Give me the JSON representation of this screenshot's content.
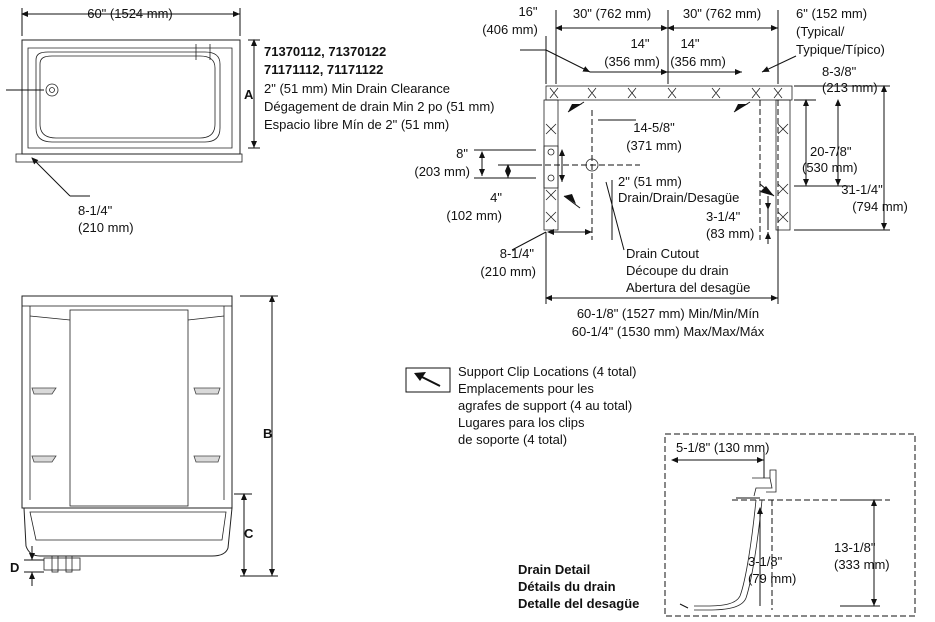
{
  "top_view": {
    "width_dim": "60\" (1524 mm)",
    "label_a": "A",
    "drain_offset": [
      "8-1/4\"",
      "(210 mm)"
    ]
  },
  "models": {
    "numbers_line1": "71370112, 71370122",
    "numbers_line2": "71171112, 71171122",
    "clearance_en": "2\" (51 mm) Min Drain Clearance",
    "clearance_fr": "Dégagement de drain Min 2 po (51 mm)",
    "clearance_es": "Espacio libre Mín de 2\" (51 mm)"
  },
  "front_view": {
    "label_b": "B",
    "label_c": "C",
    "label_d": "D"
  },
  "framing": {
    "dim_16": [
      "16\"",
      "(406 mm)"
    ],
    "dim_30_left": "30\" (762 mm)",
    "dim_30_right": "30\" (762 mm)",
    "dim_6": [
      "6\" (152 mm)",
      "(Typical/",
      "Typique/Típico)"
    ],
    "dim_14_left": [
      "14\"",
      "(356 mm)"
    ],
    "dim_14_right": [
      "14\"",
      "(356 mm)"
    ],
    "dim_8_3_8": [
      "8-3/8\"",
      "(213 mm)"
    ],
    "dim_14_5_8": [
      "14-5/8\"",
      "(371 mm)"
    ],
    "dim_20_7_8": [
      "20-7/8\"",
      "(530 mm)"
    ],
    "dim_31_1_4": [
      "31-1/4\"",
      "(794 mm)"
    ],
    "dim_8": [
      "8\"",
      "(203 mm)"
    ],
    "dim_4": [
      "4\"",
      "(102 mm)"
    ],
    "dim_2": [
      "2\" (51 mm)",
      "Drain/Drain/Desagüe"
    ],
    "dim_3_1_4": [
      "3-1/4\"",
      "(83 mm)"
    ],
    "dim_8_1_4": [
      "8-1/4\"",
      "(210 mm)"
    ],
    "drain_cutout": [
      "Drain Cutout",
      "Découpe du drain",
      "Abertura del desagüe"
    ],
    "dim_width_min": "60-1/8\" (1527 mm) Min/Min/Mín",
    "dim_width_max": "60-1/4\" (1530 mm) Max/Max/Máx"
  },
  "legend": {
    "icon": "support-clip-arrow-icon",
    "lines": [
      "Support Clip Locations (4 total)",
      "Emplacements pour les",
      "agrafes de support (4 au total)",
      "Lugares para los clips",
      "de soporte (4 total)"
    ]
  },
  "drain_detail": {
    "title": [
      "Drain Detail",
      "Détails du drain",
      "Detalle del desagüe"
    ],
    "dim_5_1_8": "5-1/8\" (130 mm)",
    "dim_3_1_8": [
      "3-1/8\"",
      "(79 mm)"
    ],
    "dim_13_1_8": [
      "13-1/8\"",
      "(333 mm)"
    ]
  }
}
